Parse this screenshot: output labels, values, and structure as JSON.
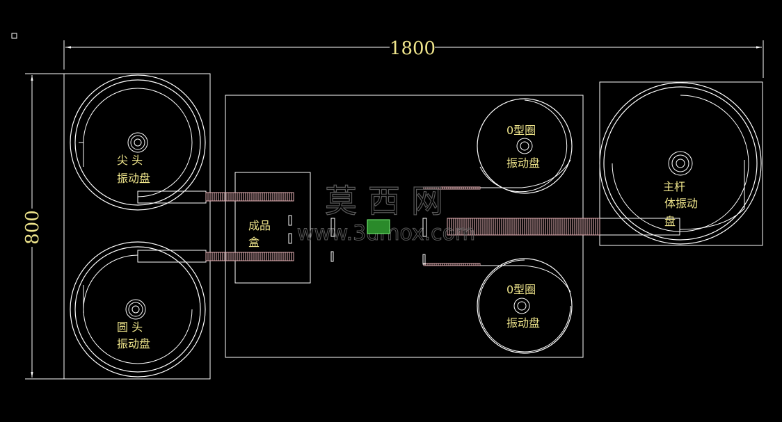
{
  "dimensions": {
    "width_label": "1800",
    "height_label": "800"
  },
  "bowls": {
    "tip_head": {
      "line1": "尖  头",
      "line2": "振动盘"
    },
    "round_head": {
      "line1": "圆  头",
      "line2": "振动盘"
    },
    "o_ring_top": {
      "line1": "0型圈",
      "line2": "振动盘"
    },
    "o_ring_bottom": {
      "line1": "0型圈",
      "line2": "振动盘"
    },
    "main_rod": {
      "line1": "主杆",
      "line2": "体振动",
      "line3": "盘"
    }
  },
  "finished_box": {
    "line1": "成品",
    "line2": "盒"
  },
  "watermark": {
    "cn": "莫西网",
    "url": "www.3dmox.com"
  },
  "colors": {
    "line": "#ffffff",
    "text": "#f0e68c",
    "feeder": "#e8b4b8",
    "background": "#000000"
  }
}
